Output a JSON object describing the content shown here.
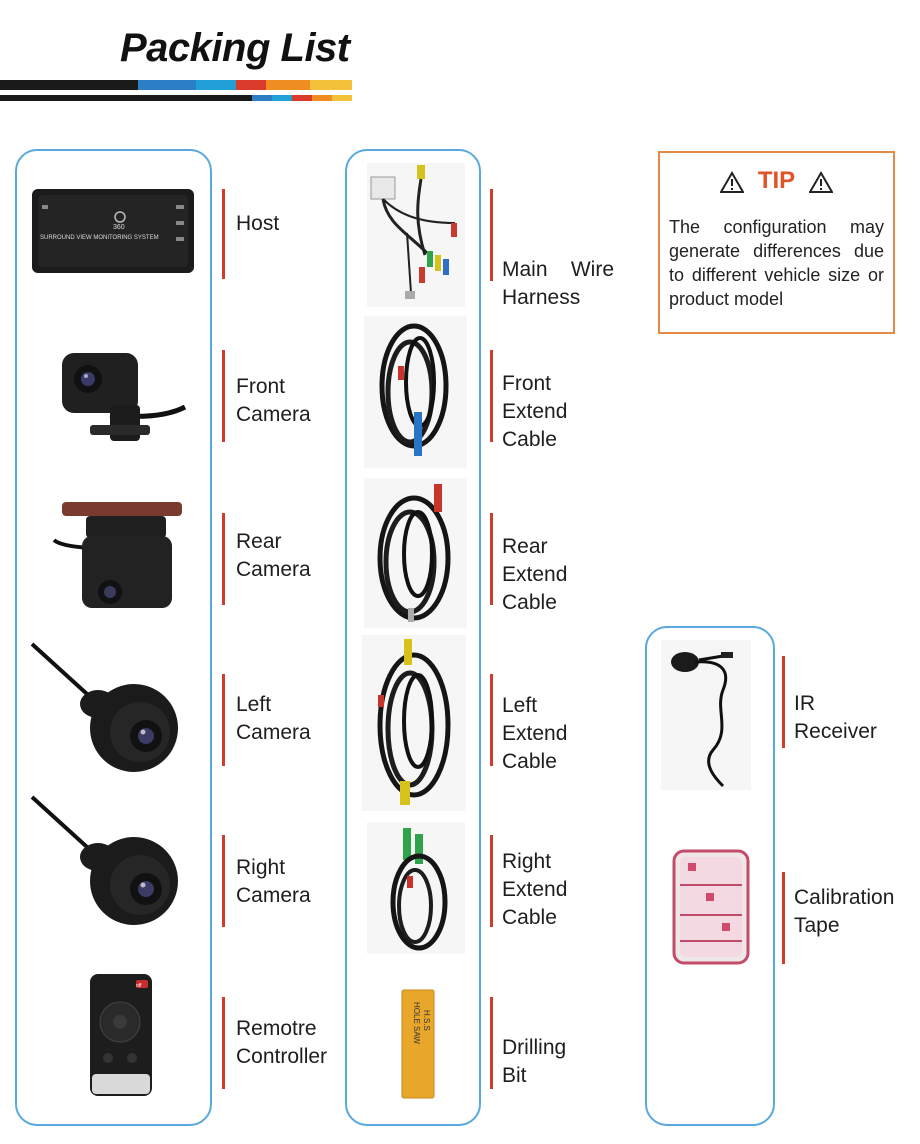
{
  "header": {
    "title": "Packing List"
  },
  "tip": {
    "title": "TIP",
    "text": "The configuration may generate differences due to different vehicle size or product model"
  },
  "host_device": {
    "line1": "360",
    "line2": "SURROUND VIEW MONITORING SYSTEM"
  },
  "remote": {
    "power_label": "off"
  },
  "drill": {
    "line1": "HOLE SAW",
    "line2": "H.S.S"
  },
  "column1": [
    {
      "label_1": "Host",
      "label_2": "",
      "icon": "host-unit"
    },
    {
      "label_1": "Front",
      "label_2": "Camera",
      "icon": "camera"
    },
    {
      "label_1": "Rear",
      "label_2": "Camera",
      "icon": "camera"
    },
    {
      "label_1": "Left",
      "label_2": "Camera",
      "icon": "round-camera"
    },
    {
      "label_1": "Right",
      "label_2": "Camera",
      "icon": "round-camera"
    },
    {
      "label_1": "Remotre",
      "label_2": "Controller",
      "icon": "remote"
    }
  ],
  "column2": [
    {
      "label_1": "Main    Wire",
      "label_2": "Harness",
      "icon": "wire-harness"
    },
    {
      "label_1": "Front",
      "label_2": "Extend Cable",
      "icon": "cable"
    },
    {
      "label_1": "Rear",
      "label_2": "Extend Cable",
      "icon": "cable"
    },
    {
      "label_1": "Left",
      "label_2": "Extend Cable",
      "icon": "cable"
    },
    {
      "label_1": "Right",
      "label_2": "Extend Cable",
      "icon": "cable"
    },
    {
      "label_1": "Drilling Bit",
      "label_2": "",
      "icon": "drill-bit"
    }
  ],
  "column3": [
    {
      "label_1": "IR Receiver",
      "label_2": "",
      "icon": "ir-receiver"
    },
    {
      "label_1": "Calibration",
      "label_2": "Tape",
      "icon": "tape"
    }
  ],
  "colors": {
    "panel_border": "#58a9dd",
    "tip_border": "#e48a47",
    "tip_title": "#e2532a",
    "accent_bar": "#d23a2a"
  }
}
